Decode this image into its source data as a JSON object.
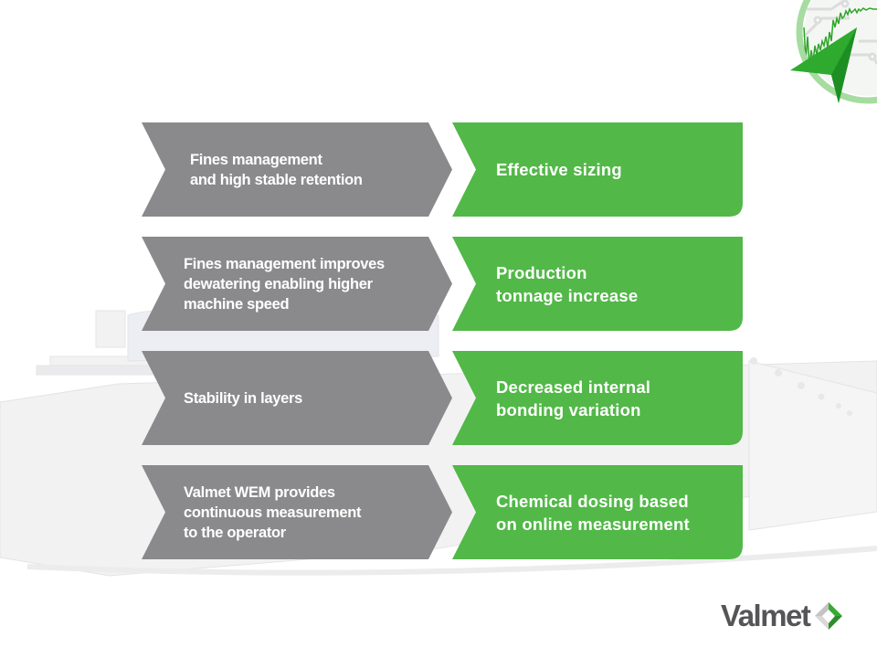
{
  "slide": {
    "rows": [
      {
        "cause": "Fines management\nand high stable retention",
        "benefit": "Effective sizing"
      },
      {
        "cause": "Fines management improves\ndewatering enabling higher\nmachine speed",
        "benefit": "Production\ntonnage increase"
      },
      {
        "cause": "Stability in layers",
        "benefit": "Decreased internal\nbonding variation"
      },
      {
        "cause": "Valmet WEM provides\ncontinuous measurement\nto the operator",
        "benefit": "Chemical dosing based\non online measurement"
      }
    ]
  },
  "brand": {
    "name": "Valmet",
    "logo_icon": "valmet-diamond-icon",
    "corner_icon": "measurement-compass-icon"
  },
  "colors": {
    "cause_fill": "#8a8a8c",
    "benefit_fill": "#52b848",
    "brand_green": "#3aaa35",
    "brand_grey": "#555558"
  }
}
